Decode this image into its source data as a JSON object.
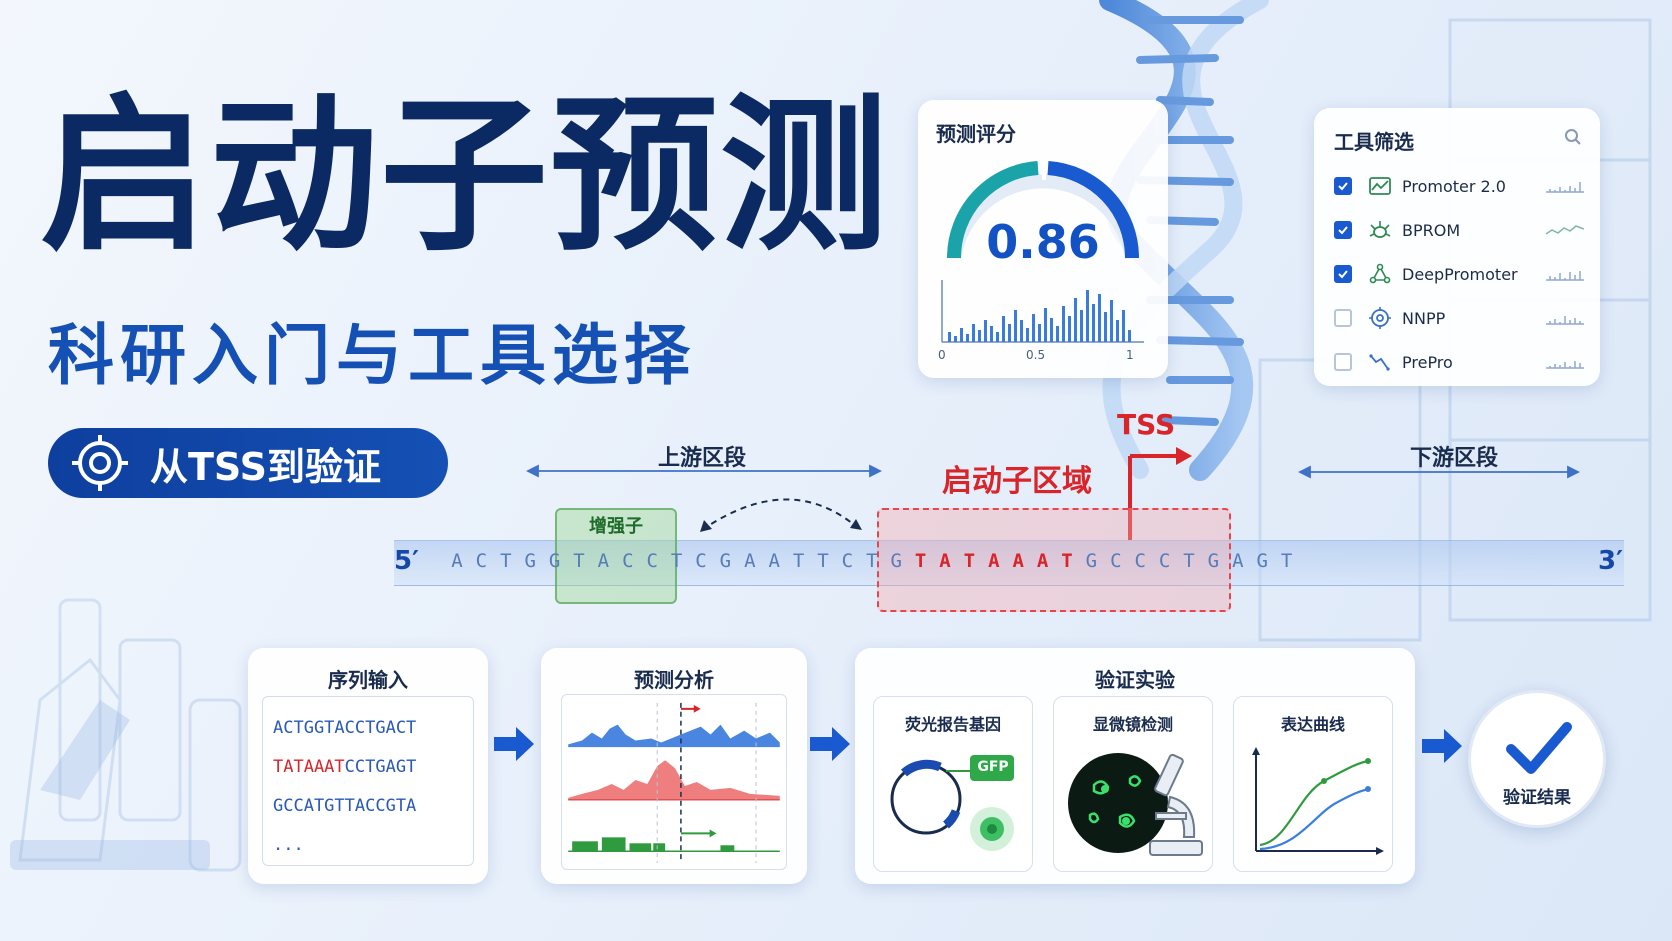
{
  "title": {
    "main": "启动子预测",
    "subtitle": "科研入门与工具选择",
    "pill_label": "从TSS到验证"
  },
  "score_card": {
    "title": "预测评分",
    "score": "0.86",
    "hist_ticks": [
      "0",
      "0.5",
      "1"
    ]
  },
  "tool_card": {
    "title": "工具筛选",
    "tools": [
      {
        "name": "Promoter 2.0",
        "checked": true,
        "icon": "line-chart-icon"
      },
      {
        "name": "BPROM",
        "checked": true,
        "icon": "bacteria-icon"
      },
      {
        "name": "DeepPromoter",
        "checked": true,
        "icon": "network-icon"
      },
      {
        "name": "NNPP",
        "checked": false,
        "icon": "target-icon"
      },
      {
        "name": "PrePro",
        "checked": false,
        "icon": "wave-icon"
      }
    ]
  },
  "genome": {
    "upstream_label": "上游区段",
    "downstream_label": "下游区段",
    "promoter_label": "启动子区域",
    "tss_label": "TSS",
    "enhancer_label": "增强子",
    "five_prime": "5′",
    "three_prime": "3′",
    "bases": [
      "A",
      "C",
      "T",
      "G",
      "G",
      "T",
      "A",
      "C",
      "C",
      "T",
      "C",
      "G",
      "A",
      "A",
      "T",
      "T",
      "C",
      "T",
      "G",
      "T",
      "A",
      "T",
      "A",
      "A",
      "A",
      "T",
      "G",
      "C",
      "C",
      "C",
      "T",
      "G",
      "A",
      "G",
      "T"
    ],
    "red_base_range": [
      19,
      25
    ]
  },
  "workflow": {
    "seq_input": {
      "title": "序列输入",
      "lines": [
        "ACTGGTACCTGACT",
        "TATAAAT",
        "CCTGAGT",
        "GCCATGTTACCGTA",
        "..."
      ]
    },
    "prediction": {
      "title": "预测分析"
    },
    "validation": {
      "title": "验证实验",
      "subs": [
        "荧光报告基因",
        "显微镜检测",
        "表达曲线"
      ],
      "gfp_label": "GFP"
    },
    "result": {
      "label": "验证结果"
    }
  },
  "colors": {
    "navy": "#0b2a64",
    "blue": "#1550b4",
    "red": "#d9252a",
    "green": "#2f9a3e"
  }
}
